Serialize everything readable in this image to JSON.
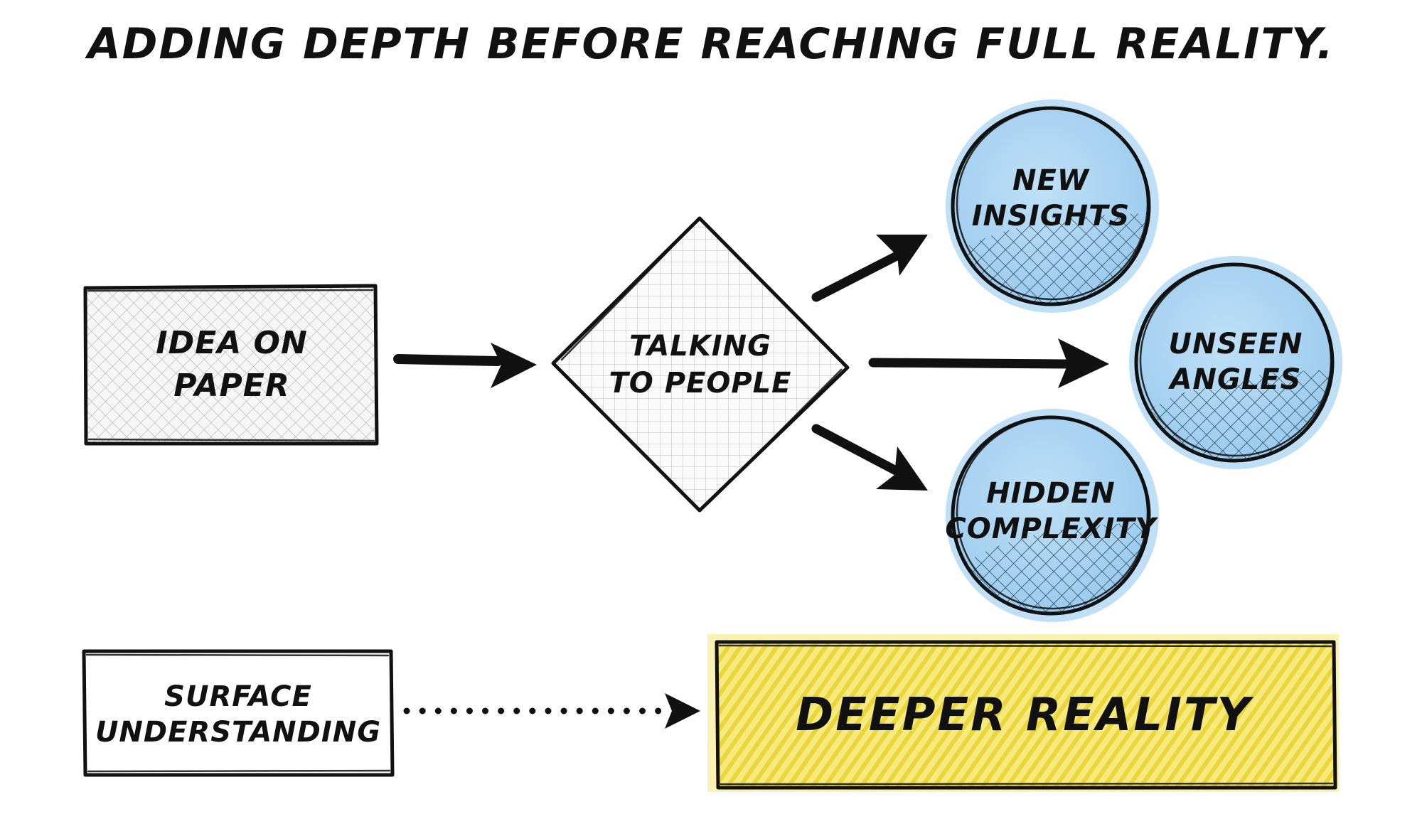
{
  "title": "Adding depth before reaching full reality.",
  "colors": {
    "ink": "#111111",
    "circle_fill": "#a9d4f3",
    "circle_hatch": "#1f3a4a",
    "deeper_fill": "#f4e56a",
    "deeper_stripe": "#ecd93a",
    "grid_line": "#c8c8c8"
  },
  "nodes": {
    "idea": {
      "line1": "Idea on",
      "line2": "paper",
      "shape": "rectangle",
      "fill": "crosshatch"
    },
    "talking": {
      "line1": "Talking",
      "line2": "to people",
      "shape": "diamond",
      "fill": "grid"
    },
    "insights": {
      "line1": "New",
      "line2": "insights",
      "shape": "circle"
    },
    "angles": {
      "line1": "Unseen",
      "line2": "angles",
      "shape": "circle"
    },
    "complexity": {
      "line1": "Hidden",
      "line2": "complexity",
      "shape": "circle"
    },
    "surface": {
      "line1": "Surface",
      "line2": "understanding",
      "shape": "rectangle"
    },
    "deeper": {
      "line1": "Deeper reality",
      "shape": "rectangle",
      "fill": "yellow-stripes"
    }
  },
  "edges": [
    {
      "from": "idea",
      "to": "talking",
      "style": "solid"
    },
    {
      "from": "talking",
      "to": "insights",
      "style": "solid"
    },
    {
      "from": "talking",
      "to": "angles",
      "style": "solid"
    },
    {
      "from": "talking",
      "to": "complexity",
      "style": "solid"
    },
    {
      "from": "surface",
      "to": "deeper",
      "style": "dotted"
    }
  ]
}
